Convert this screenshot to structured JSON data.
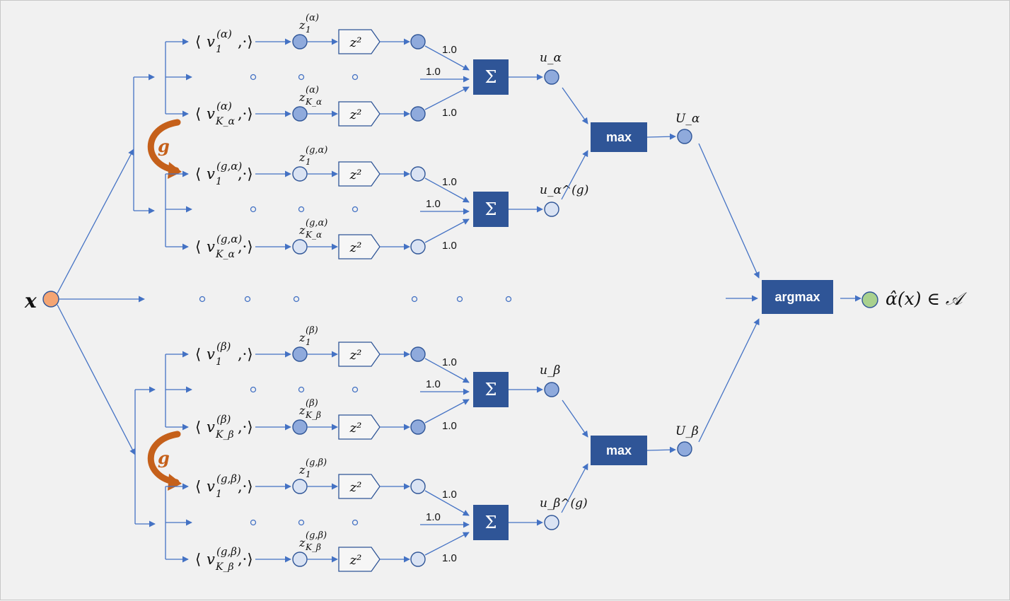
{
  "colors": {
    "accent": "#4472c4",
    "node_filled": "#8faadc",
    "node_light": "#dae3f3",
    "box": "#2f5597",
    "input_node": "#f4a574",
    "output_node": "#a9d18e",
    "g_arrow": "#c5601a"
  },
  "input_label": "x",
  "g_label": "g",
  "weight_label": "1.0",
  "square_label": "z²",
  "sum_label": "Σ",
  "max_label": "max",
  "argmax_label": "argmax",
  "output_label": "α̂(x) ∈ 𝒜",
  "groups": [
    {
      "U_label": "U_α",
      "blocks": [
        {
          "u_label": "u_α",
          "top_sup": "(α)",
          "top_sub": "1",
          "bot_sup": "(α)",
          "bot_sub": "K_α",
          "z_top_sup": "(α)",
          "z_top_sub": "1",
          "z_bot_sup": "(α)",
          "z_bot_sub": "K_α"
        },
        {
          "u_label": "u_α^(g)",
          "top_sup": "(g,α)",
          "top_sub": "1",
          "bot_sup": "(g,α)",
          "bot_sub": "K_α",
          "z_top_sup": "(g,α)",
          "z_top_sub": "1",
          "z_bot_sup": "(g,α)",
          "z_bot_sub": "K_α"
        }
      ]
    },
    {
      "U_label": "U_β",
      "blocks": [
        {
          "u_label": "u_β",
          "top_sup": "(β)",
          "top_sub": "1",
          "bot_sup": "(β)",
          "bot_sub": "K_β",
          "z_top_sup": "(β)",
          "z_top_sub": "1",
          "z_bot_sup": "(β)",
          "z_bot_sub": "K_β"
        },
        {
          "u_label": "u_β^(g)",
          "top_sup": "(g,β)",
          "top_sub": "1",
          "bot_sup": "(g,β)",
          "bot_sub": "K_β",
          "z_top_sup": "(g,β)",
          "z_top_sub": "1",
          "z_bot_sup": "(g,β)",
          "z_bot_sub": "K_β"
        }
      ]
    }
  ]
}
